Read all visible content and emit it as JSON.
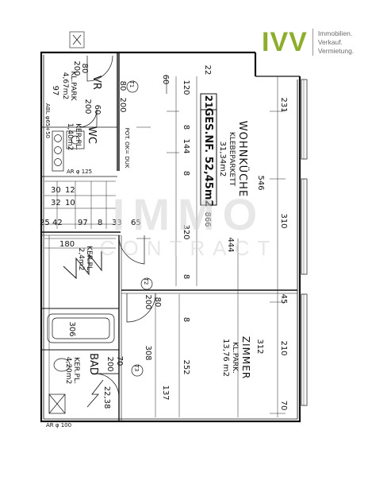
{
  "logo": {
    "mark": "IVV",
    "line1": "Immobilien.",
    "line2": "Verkauf.",
    "line3": "Vermietung."
  },
  "watermark": {
    "line1": "IMMO",
    "line2": "CONTRACT"
  },
  "rooms": {
    "wohnkueche": {
      "name": "WOHNKÜCHE",
      "floor": "KLEBEPARKETT",
      "area": "31,34m2"
    },
    "gesnf": {
      "num": "21",
      "text": "GES.NF. 52,45m2"
    },
    "zimmer": {
      "name": "ZIMMER",
      "floor": "KL.PARK.",
      "area": "13,76 m2"
    },
    "vr": {
      "name": "VR",
      "floor": "KL.PARK",
      "area": "4,67m2"
    },
    "wc": {
      "name": "WC",
      "floor": "KER.PL.",
      "area": "1,40m2"
    },
    "abstell": {
      "floor": "KER.PL.",
      "area": "2,4m2"
    },
    "bad": {
      "name": "BAD",
      "floor": "KER.PL.",
      "area": "4,20m2"
    }
  },
  "labels": {
    "pot": "POT. OK= DUK",
    "ar125": "AR φ 125",
    "ar100": "AR φ 100",
    "abl": "ABL φ65+50"
  },
  "dims": {
    "d231": "231",
    "d546": "546",
    "d310": "310",
    "d444": "444",
    "d45": "45",
    "d210": "210",
    "d312": "312",
    "d70a": "70",
    "d22a": "22",
    "d60a": "60",
    "d120": "120",
    "d8a": "8",
    "d144": "144",
    "d8b": "8",
    "d320": "320",
    "d8c": "8",
    "d866": "866",
    "d252": "252",
    "d137": "137",
    "d308": "308",
    "d80a": "80",
    "d200a": "200",
    "d80b": "80",
    "d200b": "200",
    "d80c": "80",
    "d200c": "200",
    "d70b": "70",
    "d200d": "200",
    "d180": "180",
    "d97": "97",
    "d8d": "8",
    "d33": "33",
    "d65": "65",
    "d42": "42",
    "d25": "25",
    "d30": "30",
    "d12": "12",
    "d32": "32",
    "d10": "10",
    "d306": "306",
    "d60b": "60",
    "d200e": "200",
    "d2238": "22,38",
    "t1": "T1",
    "t2": "T2",
    "t3": "T3",
    "a97": "97"
  }
}
